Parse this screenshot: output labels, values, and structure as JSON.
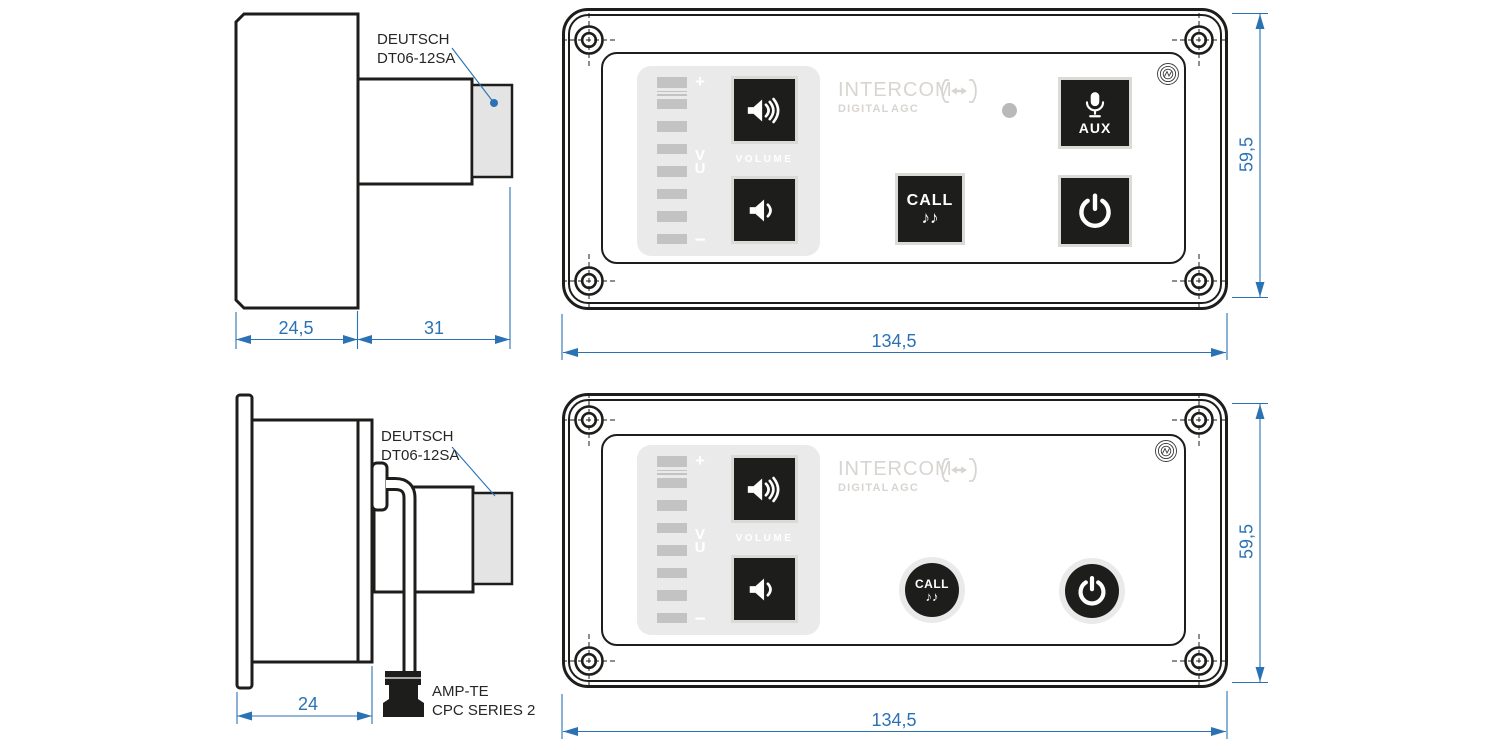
{
  "colors": {
    "dimension_blue": "#2b72b5",
    "line_black": "#1d1d1b",
    "ghost_gray": "#d8d5d1",
    "vu_panel_gray": "#eaeaea",
    "vu_bar_gray": "#c3c3c3",
    "connector_fill_gray": "#e4e4e4",
    "led_gray": "#b9b9b9",
    "button_black": "#1d1d1b"
  },
  "side_view_top": {
    "connector_label": [
      "DEUTSCH",
      "DT06-12SA"
    ],
    "dim_body_depth": "24,5",
    "dim_connector_depth": "31"
  },
  "side_view_bottom": {
    "connector_label": [
      "DEUTSCH",
      "DT06-12SA"
    ],
    "cable_connector_label": [
      "AMP-TE",
      "CPC SERIES 2"
    ],
    "dim_body_depth": "24"
  },
  "front_panel_top": {
    "brand": "INTERCOM",
    "brand_sub": [
      "DIGITAL",
      "AGC"
    ],
    "vu": {
      "plus": "+",
      "minus": "−",
      "v": "V",
      "u": "U"
    },
    "volume_label": "VOLUME",
    "buttons": {
      "call": "CALL",
      "call_notes": "♪♪",
      "aux": "AUX"
    },
    "dim_width": "134,5",
    "dim_height": "59,5"
  },
  "front_panel_bottom": {
    "brand": "INTERCOM",
    "brand_sub": [
      "DIGITAL",
      "AGC"
    ],
    "vu": {
      "plus": "+",
      "minus": "−",
      "v": "V",
      "u": "U"
    },
    "volume_label": "VOLUME",
    "buttons": {
      "call": "CALL",
      "call_notes": "♪♪"
    },
    "dim_width": "134,5",
    "dim_height": "59,5"
  },
  "icons": {
    "volume_up": "speaker-loud-icon",
    "volume_down": "speaker-soft-icon",
    "aux": "microphone-icon",
    "power": "power-icon",
    "call": "music-notes-icon",
    "brand": "intercom-brackets-icon",
    "corner": "screw-hole-icon",
    "stamp": "spiral-mark-icon",
    "led": "led-indicator"
  }
}
